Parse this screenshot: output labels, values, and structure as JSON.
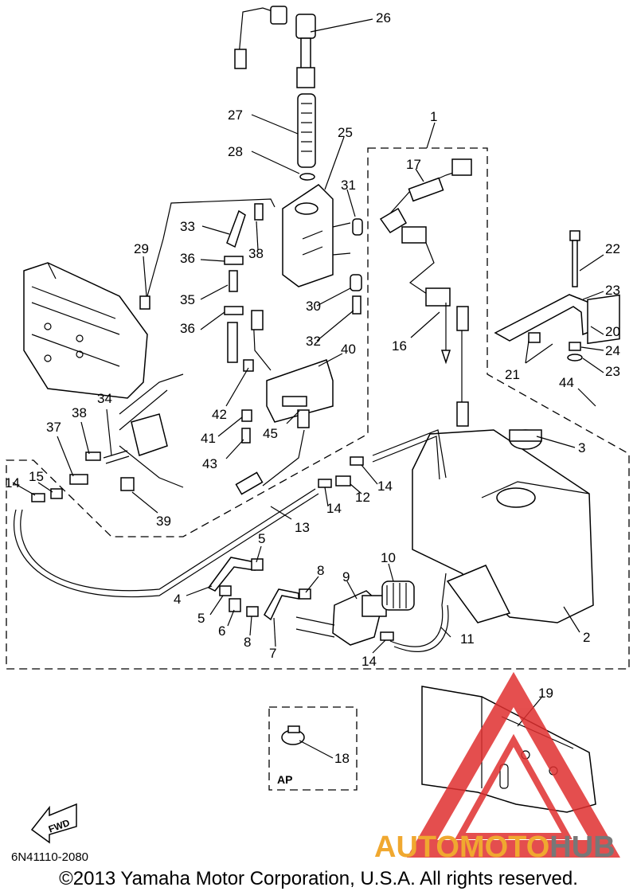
{
  "diagram": {
    "part_code": "6N41110-2080",
    "copyright": "©2013 Yamaha Motor Corporation, U.S.A. All rights reserved.",
    "fwd_label": "FWD",
    "ap_label": "AP",
    "watermark": {
      "part1": "AUTOMOTO",
      "part2": "HUB",
      "color1": "#f0a830",
      "color2": "#777777",
      "triangle_color": "#e03030"
    },
    "callouts": [
      "26",
      "27",
      "28",
      "25",
      "1",
      "17",
      "31",
      "33",
      "38",
      "29",
      "36",
      "35",
      "36",
      "30",
      "32",
      "16",
      "22",
      "23",
      "20",
      "24",
      "23",
      "40",
      "42",
      "21",
      "44",
      "34",
      "38",
      "41",
      "45",
      "43",
      "37",
      "3",
      "14",
      "15",
      "12",
      "14",
      "14",
      "39",
      "13",
      "5",
      "10",
      "9",
      "8",
      "4",
      "5",
      "6",
      "8",
      "11",
      "7",
      "14",
      "2",
      "19",
      "18"
    ]
  }
}
